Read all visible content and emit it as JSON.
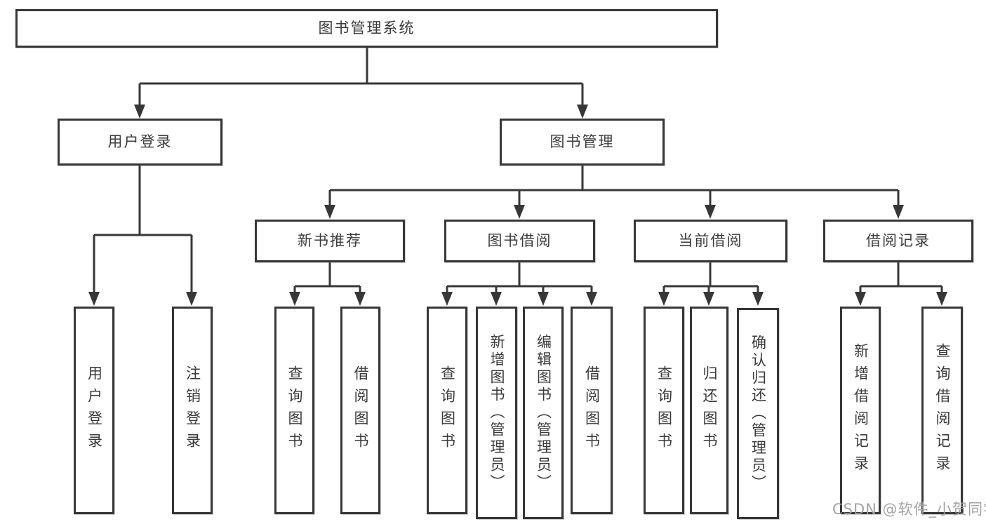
{
  "diagram": {
    "title": "图书管理系统",
    "type": "hierarchy-tree",
    "tree": {
      "label": "图书管理系统",
      "children": [
        {
          "label": "用户登录",
          "children": [
            {
              "label": "用户登录"
            },
            {
              "label": "注销登录"
            }
          ]
        },
        {
          "label": "图书管理",
          "children": [
            {
              "label": "新书推荐",
              "children": [
                {
                  "label": "查询图书"
                },
                {
                  "label": "借阅图书"
                }
              ]
            },
            {
              "label": "图书借阅",
              "children": [
                {
                  "label": "查询图书"
                },
                {
                  "label": "新增图书（管理员）"
                },
                {
                  "label": "编辑图书（管理员）"
                },
                {
                  "label": "借阅图书"
                }
              ]
            },
            {
              "label": "当前借阅",
              "children": [
                {
                  "label": "查询图书"
                },
                {
                  "label": "归还图书"
                },
                {
                  "label": "确认归还（管理员）"
                }
              ]
            },
            {
              "label": "借阅记录",
              "children": [
                {
                  "label": "新增借阅记录"
                },
                {
                  "label": "查询借阅记录"
                }
              ]
            }
          ]
        }
      ]
    },
    "colors": {
      "line": "#373737",
      "text": "#3a3a3a",
      "background": "#ffffff",
      "watermark": "#9e9e9e"
    },
    "watermark": "CSDN @软件_小贺同学"
  }
}
